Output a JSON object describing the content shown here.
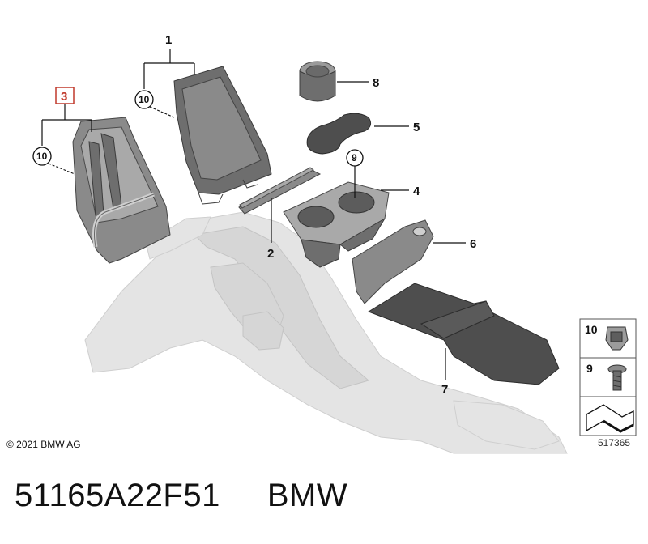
{
  "callouts": [
    {
      "id": "c1",
      "label": "1",
      "boxed": false,
      "circled": false
    },
    {
      "id": "c2",
      "label": "2",
      "boxed": false,
      "circled": false
    },
    {
      "id": "c3",
      "label": "3",
      "boxed": true,
      "circled": false
    },
    {
      "id": "c4",
      "label": "4",
      "boxed": false,
      "circled": false
    },
    {
      "id": "c5",
      "label": "5",
      "boxed": false,
      "circled": false
    },
    {
      "id": "c6",
      "label": "6",
      "boxed": false,
      "circled": false
    },
    {
      "id": "c7",
      "label": "7",
      "boxed": false,
      "circled": false
    },
    {
      "id": "c8",
      "label": "8",
      "boxed": false,
      "circled": false
    },
    {
      "id": "c9",
      "label": "9",
      "boxed": false,
      "circled": true
    },
    {
      "id": "c10a",
      "label": "10",
      "boxed": false,
      "circled": true
    },
    {
      "id": "c10b",
      "label": "10",
      "boxed": false,
      "circled": true
    }
  ],
  "legend": {
    "items": [
      {
        "label": "10",
        "icon": "clip-nut-icon"
      },
      {
        "label": "9",
        "icon": "screw-icon"
      },
      {
        "label": "",
        "icon": "assembly-symbol-icon"
      }
    ]
  },
  "copyright": "© 2021 BMW AG",
  "drawing_number": "517365",
  "footer": {
    "part_number": "51165A22F51",
    "brand": "BMW"
  },
  "colors": {
    "highlight_box": "#c0392b",
    "part_gray": "#6e6e6e",
    "ghost_console": "#e4e4e4"
  }
}
